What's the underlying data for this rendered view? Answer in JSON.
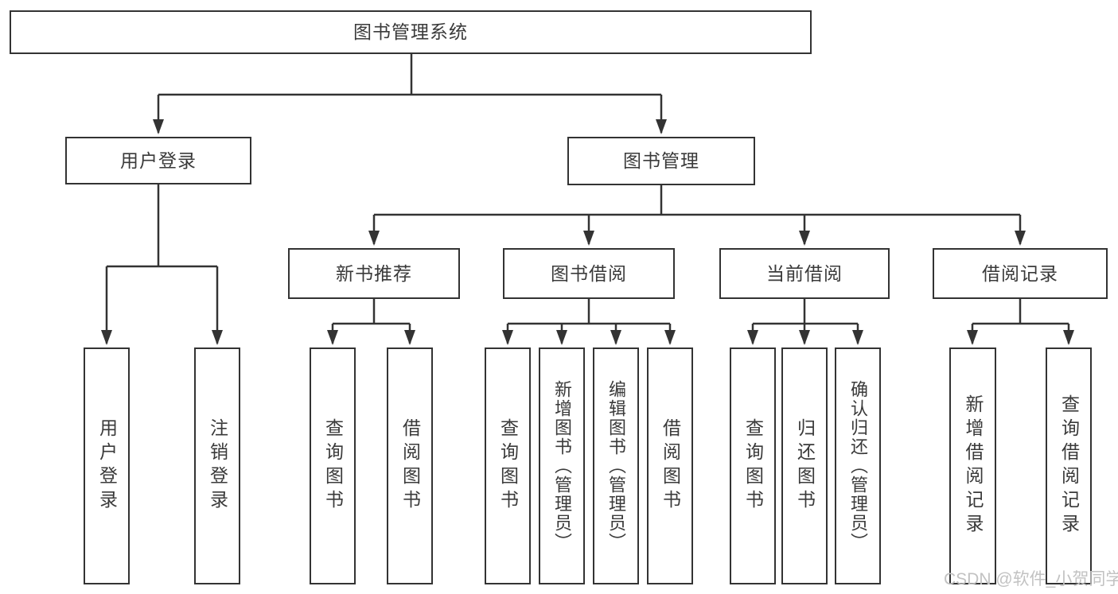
{
  "colors": {
    "background": "#ffffff",
    "line": "#333333",
    "box_border": "#333333",
    "text": "#3a3a3a",
    "watermark": "#c2c2c2"
  },
  "watermark": {
    "text": "CSDN @软件_小贺同学"
  },
  "tree": {
    "label": "图书管理系统",
    "children": [
      {
        "label": "用户登录",
        "children": [
          {
            "label": "用户登录"
          },
          {
            "label": "注销登录"
          }
        ]
      },
      {
        "label": "图书管理",
        "children": [
          {
            "label": "新书推荐",
            "children": [
              {
                "label": "查询图书"
              },
              {
                "label": "借阅图书"
              }
            ]
          },
          {
            "label": "图书借阅",
            "children": [
              {
                "label": "查询图书"
              },
              {
                "label": "新增图书（管理员）"
              },
              {
                "label": "编辑图书（管理员）"
              },
              {
                "label": "借阅图书"
              }
            ]
          },
          {
            "label": "当前借阅",
            "children": [
              {
                "label": "查询图书"
              },
              {
                "label": "归还图书"
              },
              {
                "label": "确认归还（管理员）"
              }
            ]
          },
          {
            "label": "借阅记录",
            "children": [
              {
                "label": "新增借阅记录"
              },
              {
                "label": "查询借阅记录"
              }
            ]
          }
        ]
      }
    ]
  }
}
